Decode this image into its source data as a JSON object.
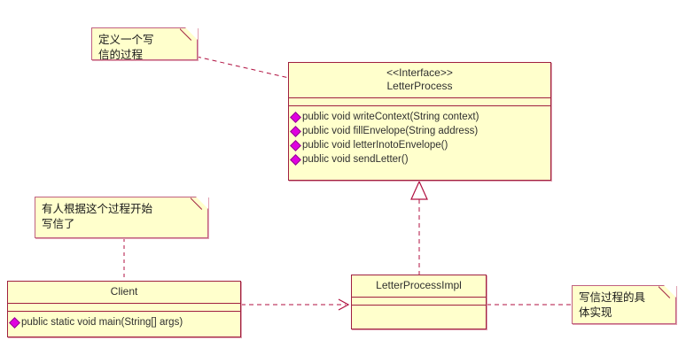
{
  "diagram": {
    "title": "LetterProcess UML class diagram",
    "colors": {
      "box_fill": "#ffffcc",
      "box_border": "#a02040",
      "note_border": "#c06080",
      "connector": "#b01040",
      "visibility_marker": "#e000e0",
      "text": "#303030",
      "background": "#ffffff"
    }
  },
  "interface_box": {
    "stereotype": "<<Interface>>",
    "name": "LetterProcess",
    "attributes": [],
    "methods": [
      "public void writeContext(String context)",
      "public void fillEnvelope(String address)",
      "public void letterInotoEnvelope()",
      "public void sendLetter()"
    ]
  },
  "client_box": {
    "name": "Client",
    "attributes": [],
    "methods": [
      "public static void main(String[] args)"
    ]
  },
  "impl_box": {
    "name": "LetterProcessImpl",
    "attributes": [],
    "methods": []
  },
  "notes": [
    {
      "id": "note-define-process",
      "text": "定义一个写\n信的过程"
    },
    {
      "id": "note-someone-writes",
      "text": "有人根据这个过程开始\n写信了"
    },
    {
      "id": "note-concrete-impl",
      "text": "写信过程的具\n体实现"
    }
  ],
  "relations": [
    {
      "id": "realization",
      "from": "LetterProcessImpl",
      "to": "LetterProcess",
      "type": "realization"
    },
    {
      "id": "dependency",
      "from": "Client",
      "to": "LetterProcessImpl",
      "type": "dependency"
    }
  ]
}
